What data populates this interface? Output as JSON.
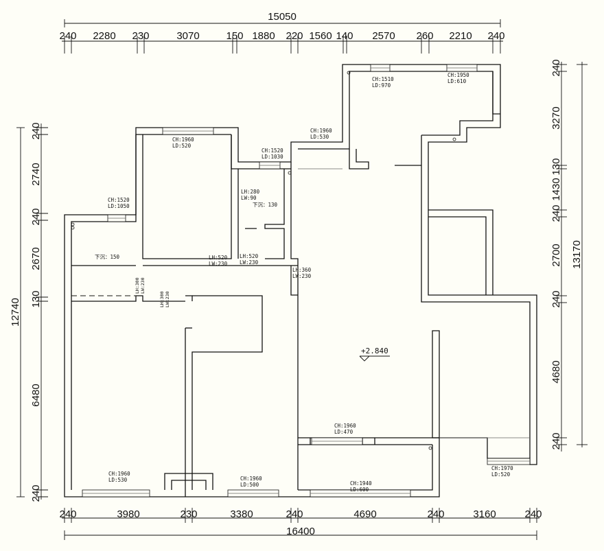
{
  "dims": {
    "top_total": "15050",
    "top": [
      "240",
      "2280",
      "230",
      "3070",
      "150",
      "1880",
      "220",
      "1560",
      "140",
      "2570",
      "260",
      "2210",
      "240"
    ],
    "bottom_total": "16400",
    "bottom": [
      "240",
      "3980",
      "230",
      "3380",
      "240",
      "4690",
      "240",
      "3160",
      "240"
    ],
    "left_total": "12740",
    "left": [
      "240",
      "2740",
      "240",
      "2670",
      "130",
      "6480",
      "240"
    ],
    "right_total": "13170",
    "right": [
      "240",
      "3270",
      "130",
      "1430",
      "240",
      "2700",
      "240",
      "4680",
      "240"
    ]
  },
  "annotations": {
    "w1_ch": "CH:1960",
    "w1_ld": "LD:520",
    "w2_ch": "CH:1520",
    "w2_ld": "LD:1030",
    "w3_ch": "CH:1960",
    "w3_ld": "LD:530",
    "w4_ch": "CH:1510",
    "w4_ld": "LD:970",
    "w5_ch": "CH:1950",
    "w5_ld": "LD:610",
    "w6_ch": "CH:1520",
    "w6_ld": "LD:1050",
    "w7_ch": "CH:1960",
    "w7_ld": "LD:470",
    "w8_ch": "CH:1970",
    "w8_ld": "LD:520",
    "w9_ch": "CH:1960",
    "w9_ld": "LD:530",
    "w10_ch": "CH:1960",
    "w10_ld": "LD:500",
    "w11_ch": "CH:1940",
    "w11_ld": "LD:600",
    "lh280": "LH:280",
    "lw90": "LW:90",
    "xiachen130": "下沉：130",
    "xiachen150": "下沉：150",
    "lh520a": "LH:520",
    "lw230a": "LW:230",
    "lh520b": "LH:520",
    "lw230b": "LW:230",
    "lh360": "LH:360",
    "lw230c": "LW:230",
    "lh300a": "LH:300",
    "lw230d": "LW:230",
    "lh300b": "LH:300",
    "lw230e": "LW:230",
    "elevation": "+2.840"
  },
  "colors": {
    "background": "#fefef7",
    "lines": "#111111"
  }
}
